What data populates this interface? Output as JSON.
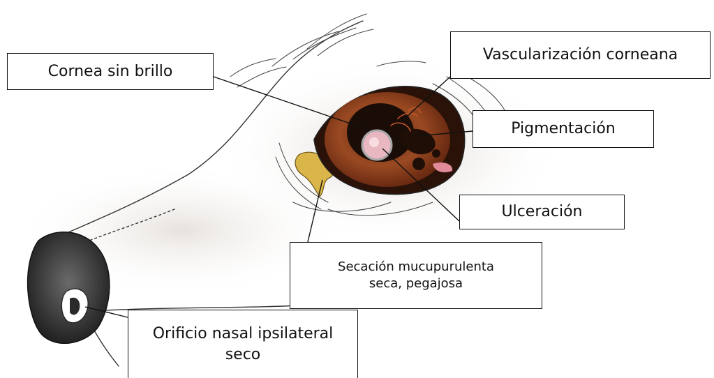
{
  "labels": {
    "cornea": "Cornea sin brillo",
    "vascularization": "Vascularización corneana",
    "pigmentation": "Pigmentación",
    "ulceration": "Ulceración",
    "secretion_line1": "Secación mucupurulenta",
    "secretion_line2": "seca, pegajosa",
    "nostril_line1": "Orificio nasal ipsilateral",
    "nostril_line2": "seco"
  },
  "colors": {
    "outline": "#111111",
    "iris": "#8a3a1a",
    "pupil": "#1a0d08",
    "ulcer": "#e8b7c0",
    "discharge": "#d9b54a",
    "skin_shade": "#e9e4df"
  },
  "icons": [
    "eye-illustration",
    "dog-muzzle-illustration",
    "nose-illustration"
  ]
}
